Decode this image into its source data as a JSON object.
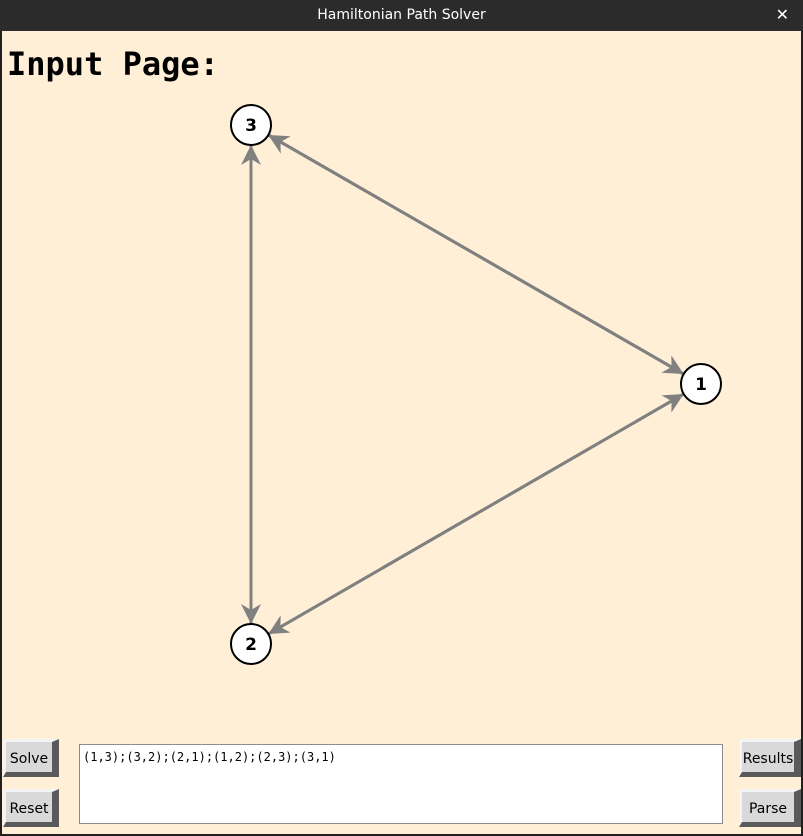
{
  "window": {
    "title": "Hamiltonian Path Solver",
    "close_glyph": "✕"
  },
  "page": {
    "heading": "Input Page:"
  },
  "graph": {
    "nodes": [
      {
        "id": "1",
        "label": "1"
      },
      {
        "id": "2",
        "label": "2"
      },
      {
        "id": "3",
        "label": "3"
      }
    ],
    "edges": [
      {
        "from": "1",
        "to": "3"
      },
      {
        "from": "3",
        "to": "2"
      },
      {
        "from": "2",
        "to": "1"
      },
      {
        "from": "1",
        "to": "2"
      },
      {
        "from": "2",
        "to": "3"
      },
      {
        "from": "3",
        "to": "1"
      }
    ],
    "colors": {
      "edge": "#808080",
      "node_fill": "#ffffff",
      "node_stroke": "#000000",
      "canvas_bg": "#feefd6"
    }
  },
  "controls": {
    "solve_label": "Solve",
    "reset_label": "Reset",
    "results_label": "Results",
    "parse_label": "Parse",
    "edge_input_value": "(1,3);(3,2);(2,1);(1,2);(2,3);(3,1)"
  }
}
